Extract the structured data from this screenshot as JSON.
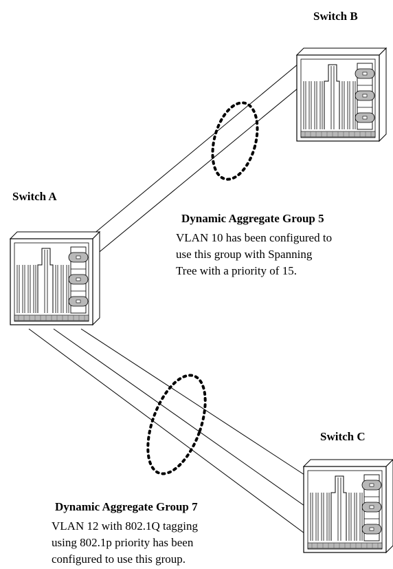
{
  "switches": {
    "a": {
      "label": "Switch A"
    },
    "b": {
      "label": "Switch B"
    },
    "c": {
      "label": "Switch C"
    }
  },
  "groups": {
    "group5": {
      "title": "Dynamic Aggregate Group 5",
      "lines": [
        "VLAN 10 has been configured to",
        "use this group with Spanning",
        "Tree with a priority of 15."
      ]
    },
    "group7": {
      "title": "Dynamic Aggregate Group 7",
      "lines": [
        "VLAN 12 with 802.1Q tagging",
        "using 802.1p priority has been",
        "configured to use this group."
      ]
    }
  }
}
